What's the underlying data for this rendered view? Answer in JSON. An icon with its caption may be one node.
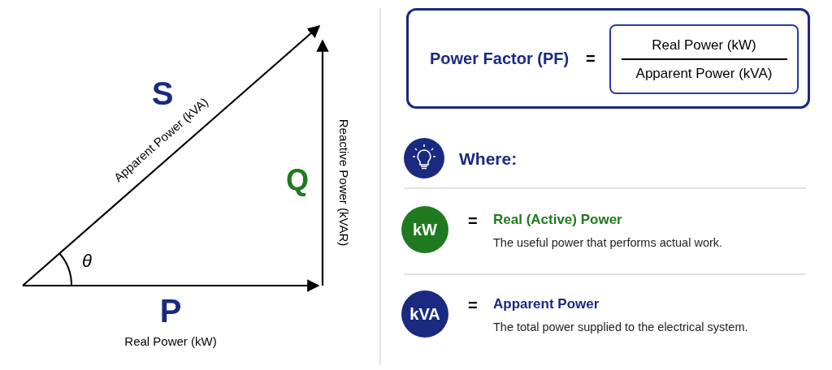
{
  "diagram": {
    "nodes": [
      {
        "text": [
          "Power Factor (PF)",
          "="
        ]
      },
      {
        "text": [
          "Real Power (kW)",
          "Apparent Power (kVA)"
        ],
        "in": 0
      },
      {
        "text": [
          "kW"
        ],
        "beside": [
          "=",
          "Real (Active) Power",
          "The useful power that performs actual work."
        ]
      },
      {
        "text": [
          "kVA"
        ],
        "beside": [
          "=",
          "Apparent Power",
          "The total power supplied to the electrical system."
        ]
      }
    ],
    "labels": [
      "S",
      "Apparent Power (kVA)",
      "Q",
      "Reactive Power (kVAR)",
      "θ",
      "P",
      "Real Power (kW)",
      "Where:"
    ]
  }
}
